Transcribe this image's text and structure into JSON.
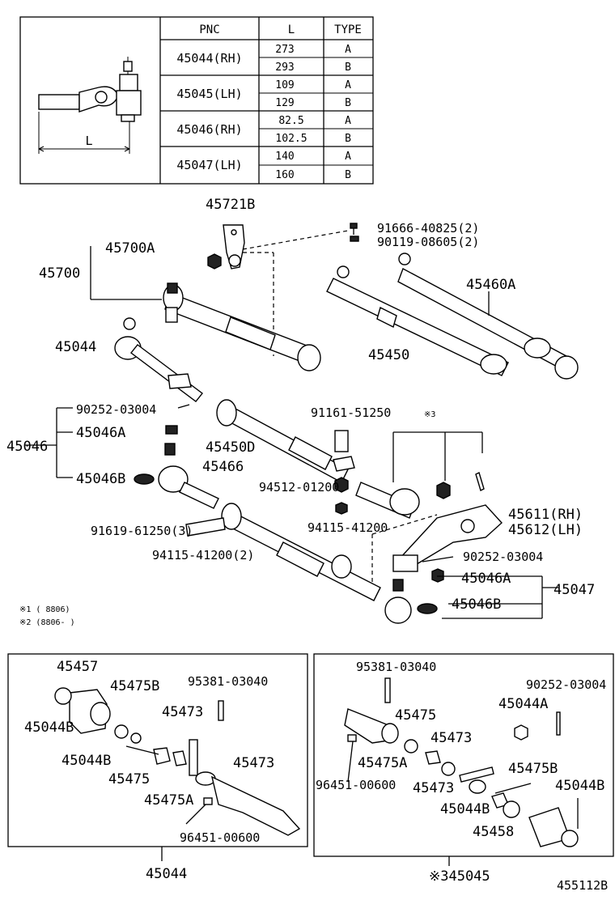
{
  "table": {
    "headers": [
      "PNC",
      "L",
      "TYPE"
    ],
    "rows": [
      {
        "pnc": "45044(RH)",
        "entries": [
          {
            "l": "273",
            "type": "A"
          },
          {
            "l": "293",
            "type": "B"
          }
        ]
      },
      {
        "pnc": "45045(LH)",
        "entries": [
          {
            "l": "109",
            "type": "A"
          },
          {
            "l": "129",
            "type": "B"
          }
        ]
      },
      {
        "pnc": "45046(RH)",
        "entries": [
          {
            "l": "82.5",
            "type": "A"
          },
          {
            "l": "102.5",
            "type": "B"
          }
        ]
      },
      {
        "pnc": "45047(LH)",
        "entries": [
          {
            "l": "140",
            "type": "A"
          },
          {
            "l": "160",
            "type": "B"
          }
        ]
      }
    ],
    "dimension_label": "L"
  },
  "top_labels": {
    "p45721B": "45721B",
    "p91666": "91666-40825(2)",
    "p90119": "90119-08605(2)",
    "p45700A": "45700A",
    "p45700": "45700",
    "p45460A": "45460A",
    "p45044": "45044",
    "p45450": "45450",
    "p90252a": "90252-03004",
    "p91161": "91161-51250",
    "note3": "※3",
    "p45046A": "45046A",
    "p45046": "45046",
    "p45450D": "45450D",
    "p45466": "45466",
    "p45046B": "45046B",
    "p94512": "94512-01200",
    "p94115a": "94115-41200",
    "p45611": "45611(RH)",
    "p45612": "45612(LH)",
    "p91619": "91619-61250(3)",
    "p90252b": "90252-03004",
    "p94115b": "94115-41200(2)",
    "p45046A2": "45046A",
    "p45047": "45047",
    "p45046B2": "45046B"
  },
  "notes": {
    "n1": "※1 (      8806)",
    "n2": "※2 (8806-      )"
  },
  "left_box": {
    "p45457": "45457",
    "p45475B": "45475B",
    "p95381": "95381-03040",
    "p45044B_a": "45044B",
    "p45473_a": "45473",
    "p45044B_b": "45044B",
    "p45475": "45475",
    "p45473_b": "45473",
    "p45475A": "45475A",
    "p96451": "96451-00600",
    "footer": "45044"
  },
  "right_box": {
    "p95381": "95381-03040",
    "p90252": "90252-03004",
    "p45044A": "45044A",
    "p45475": "45475",
    "p45473_a": "45473",
    "p45475A": "45475A",
    "p45475B": "45475B",
    "p96451": "96451-00600",
    "p45473_b": "45473",
    "p45044B_a": "45044B",
    "p45044B_b": "45044B",
    "p45458": "45458",
    "footer": "※345045"
  },
  "diagram_id": "455112B"
}
